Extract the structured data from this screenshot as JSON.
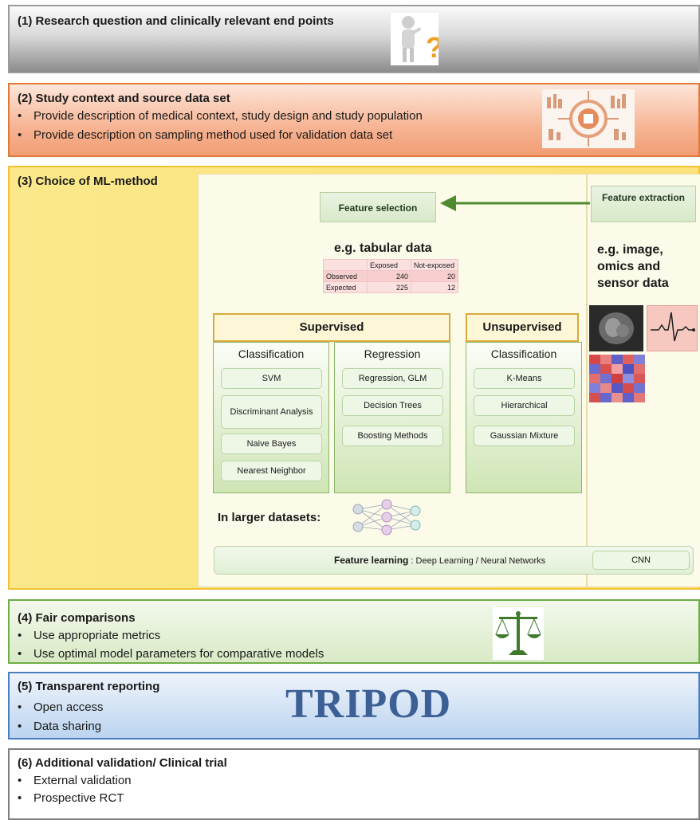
{
  "sections": {
    "s1": {
      "title": "(1) Research question and clinically relevant end points"
    },
    "s2": {
      "title": "(2) Study context and source data set",
      "bullets": [
        "Provide description  of medical context, study design and study population",
        "Provide description on sampling method used for validation data set"
      ]
    },
    "s3": {
      "title": "(3) Choice of ML-method",
      "feature_selection": "Feature selection",
      "feature_extraction": "Feature extraction",
      "tabular_label": "e.g. tabular data",
      "image_label": "e.g. image, omics and sensor data",
      "table": {
        "headers": [
          "",
          "Exposed",
          "Not-exposed"
        ],
        "rows": [
          [
            "Observed",
            "240",
            "20"
          ],
          [
            "Expected",
            "225",
            "12"
          ]
        ]
      },
      "supervised": "Supervised",
      "unsupervised": "Unsupervised",
      "col_classification": {
        "title": "Classification",
        "items": [
          "SVM",
          "Discriminant Analysis",
          "Naive Bayes",
          "Nearest Neighbor"
        ]
      },
      "col_regression": {
        "title": "Regression",
        "items": [
          "Regression, GLM",
          "Decision Trees",
          "Boosting Methods"
        ]
      },
      "col_unsup": {
        "title": "Classification",
        "items": [
          "K-Means",
          "Hierarchical",
          "Gaussian Mixture"
        ]
      },
      "larger_datasets": "In larger datasets:",
      "feature_learning_bold": "Feature learning",
      "feature_learning_rest": " : Deep Learning / Neural Networks",
      "cnn": "CNN"
    },
    "s4": {
      "title": "(4) Fair comparisons",
      "bullets": [
        "Use appropriate metrics",
        "Use optimal model parameters for comparative models"
      ]
    },
    "s5": {
      "title": "(5) Transparent reporting",
      "bullets": [
        "Open access",
        "Data sharing"
      ],
      "logo_text": "TRIPOD"
    },
    "s6": {
      "title": "(6) Additional validation/ Clinical trial",
      "bullets": [
        "External validation",
        "Prospective RCT"
      ]
    }
  },
  "colors": {
    "s1": "#9a9a9a",
    "s2": "#e07a3a",
    "s3": "#f2c230",
    "s4": "#6fad47",
    "s5": "#4a7fbf",
    "s6": "#7f7f7f",
    "arrow": "#4f8a2e"
  }
}
